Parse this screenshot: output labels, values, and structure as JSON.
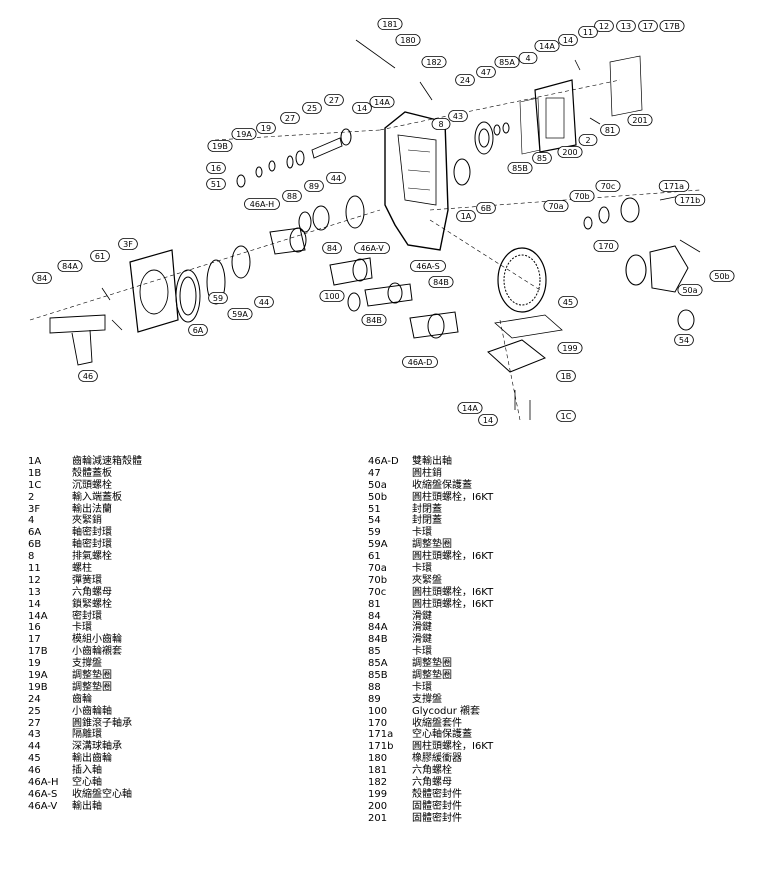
{
  "callouts": [
    "181",
    "180",
    "182",
    "12",
    "13",
    "17",
    "17B",
    "11",
    "14",
    "14A",
    "4",
    "85A",
    "47",
    "24",
    "43",
    "8",
    "14",
    "14A",
    "27",
    "25",
    "27",
    "19",
    "19A",
    "19B",
    "16",
    "51",
    "44",
    "89",
    "88",
    "46A-H",
    "3F",
    "61",
    "84A",
    "84",
    "84",
    "46A-V",
    "46A-S",
    "84B",
    "100",
    "84B",
    "46A-D",
    "59",
    "59A",
    "44",
    "6A",
    "46",
    "1A",
    "6B",
    "85B",
    "85",
    "200",
    "2",
    "81",
    "201",
    "70c",
    "70b",
    "70a",
    "171a",
    "171b",
    "170",
    "50a",
    "50b",
    "54",
    "45",
    "199",
    "1B",
    "14A",
    "14",
    "1C"
  ],
  "legend_left": [
    {
      "code": "1A",
      "desc": "齒輪減速箱殼體"
    },
    {
      "code": "1B",
      "desc": "殼體蓋板"
    },
    {
      "code": "1C",
      "desc": "沉頭螺栓"
    },
    {
      "code": "2",
      "desc": "輸入端蓋板"
    },
    {
      "code": "3F",
      "desc": "輸出法蘭"
    },
    {
      "code": "4",
      "desc": "夾緊銷"
    },
    {
      "code": "6A",
      "desc": "軸密封環"
    },
    {
      "code": "6B",
      "desc": "軸密封環"
    },
    {
      "code": "8",
      "desc": "排氣螺栓"
    },
    {
      "code": "11",
      "desc": "螺柱"
    },
    {
      "code": "12",
      "desc": "彈簧環"
    },
    {
      "code": "13",
      "desc": "六角螺母"
    },
    {
      "code": "14",
      "desc": "鎖緊螺栓"
    },
    {
      "code": "14A",
      "desc": "密封環"
    },
    {
      "code": "16",
      "desc": "卡環"
    },
    {
      "code": "17",
      "desc": "模組小齒輪"
    },
    {
      "code": "17B",
      "desc": "小齒輪襯套"
    },
    {
      "code": "19",
      "desc": "支撐盤"
    },
    {
      "code": "19A",
      "desc": "調整墊圈"
    },
    {
      "code": "19B",
      "desc": "調整墊圈"
    },
    {
      "code": "24",
      "desc": "齒輪"
    },
    {
      "code": "25",
      "desc": "小齒輪軸"
    },
    {
      "code": "27",
      "desc": "圓錐滾子軸承"
    },
    {
      "code": "43",
      "desc": "隔離環"
    },
    {
      "code": "44",
      "desc": "深溝球軸承"
    },
    {
      "code": "45",
      "desc": "輸出齒輪"
    },
    {
      "code": "46",
      "desc": "插入軸"
    },
    {
      "code": "46A-H",
      "desc": "空心軸"
    },
    {
      "code": "46A-S",
      "desc": "收縮盤空心軸"
    },
    {
      "code": "46A-V",
      "desc": "輸出軸"
    }
  ],
  "legend_right": [
    {
      "code": "46A-D",
      "desc": "雙輸出軸"
    },
    {
      "code": "47",
      "desc": "圓柱銷"
    },
    {
      "code": "50a",
      "desc": "收縮盤保護蓋"
    },
    {
      "code": "50b",
      "desc": "圓柱頭螺栓，I6KT"
    },
    {
      "code": "51",
      "desc": "封閉蓋"
    },
    {
      "code": "54",
      "desc": "封閉蓋"
    },
    {
      "code": "59",
      "desc": "卡環"
    },
    {
      "code": "59A",
      "desc": "調整墊圈"
    },
    {
      "code": "61",
      "desc": "圓柱頭螺栓，I6KT"
    },
    {
      "code": "70a",
      "desc": "卡環"
    },
    {
      "code": "70b",
      "desc": "夾緊盤"
    },
    {
      "code": "70c",
      "desc": "圓柱頭螺栓，I6KT"
    },
    {
      "code": "81",
      "desc": "圓柱頭螺栓，I6KT"
    },
    {
      "code": "84",
      "desc": "滑鍵"
    },
    {
      "code": "84A",
      "desc": "滑鍵"
    },
    {
      "code": "84B",
      "desc": "滑鍵"
    },
    {
      "code": "85",
      "desc": "卡環"
    },
    {
      "code": "85A",
      "desc": "調整墊圈"
    },
    {
      "code": "85B",
      "desc": "調整墊圈"
    },
    {
      "code": "88",
      "desc": "卡環"
    },
    {
      "code": "89",
      "desc": "支撐盤"
    },
    {
      "code": "100",
      "desc": "Glycodur 襯套"
    },
    {
      "code": "170",
      "desc": "收縮盤套件"
    },
    {
      "code": "171a",
      "desc": "空心軸保護蓋"
    },
    {
      "code": "171b",
      "desc": "圓柱頭螺栓，I6KT"
    },
    {
      "code": "180",
      "desc": "橡膠緩衝器"
    },
    {
      "code": "181",
      "desc": "六角螺栓"
    },
    {
      "code": "182",
      "desc": "六角螺母"
    },
    {
      "code": "199",
      "desc": "殼體密封件"
    },
    {
      "code": "200",
      "desc": "固體密封件"
    },
    {
      "code": "201",
      "desc": "固體密封件"
    }
  ]
}
